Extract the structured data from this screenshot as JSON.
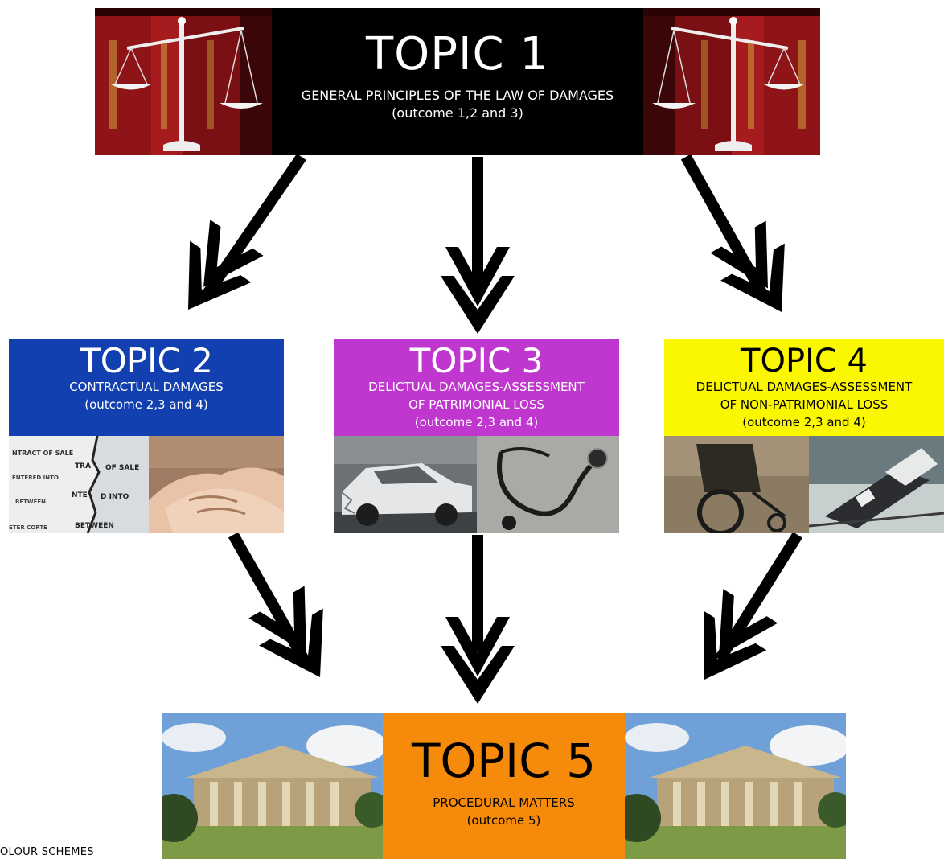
{
  "topic1": {
    "title": "TOPIC 1",
    "subtitle": "GENERAL PRINCIPLES OF THE LAW OF DAMAGES",
    "outcome": "(outcome 1,2 and 3)",
    "color": "#000000"
  },
  "topic2": {
    "title": "TOPIC 2",
    "lines": [
      "CONTRACTUAL DAMAGES",
      "(outcome 2,3 and 4)"
    ],
    "color": "#1340b0",
    "contract_text": [
      "NTRACT OF SALE",
      "TRA",
      "OF SALE",
      "ENTERED INTO",
      "NTE",
      "D INTO",
      "BETWEEN",
      "BETWEEN",
      "ETER CORTE"
    ]
  },
  "topic3": {
    "title": "TOPIC 3",
    "lines": [
      "DELICTUAL DAMAGES-ASSESSMENT",
      "OF PATRIMONIAL LOSS",
      "(outcome 2,3 and 4)"
    ],
    "color": "#c037cf"
  },
  "topic4": {
    "title": "TOPIC 4",
    "lines": [
      "DELICTUAL DAMAGES-ASSESSMENT",
      "OF NON-PATRIMONIAL LOSS",
      "(outcome 2,3 and 4)"
    ],
    "color": "#fbf700"
  },
  "topic5": {
    "title": "TOPIC 5",
    "lines": [
      "PROCEDURAL MATTERS",
      "(outcome 5)"
    ],
    "color": "#f68a0a"
  },
  "footer": {
    "text": "OLOUR SCHEMES"
  },
  "icons": {
    "banner_left": "scales-of-justice-icon",
    "banner_right": "scales-of-justice-icon",
    "courthouse": "courthouse-image"
  }
}
